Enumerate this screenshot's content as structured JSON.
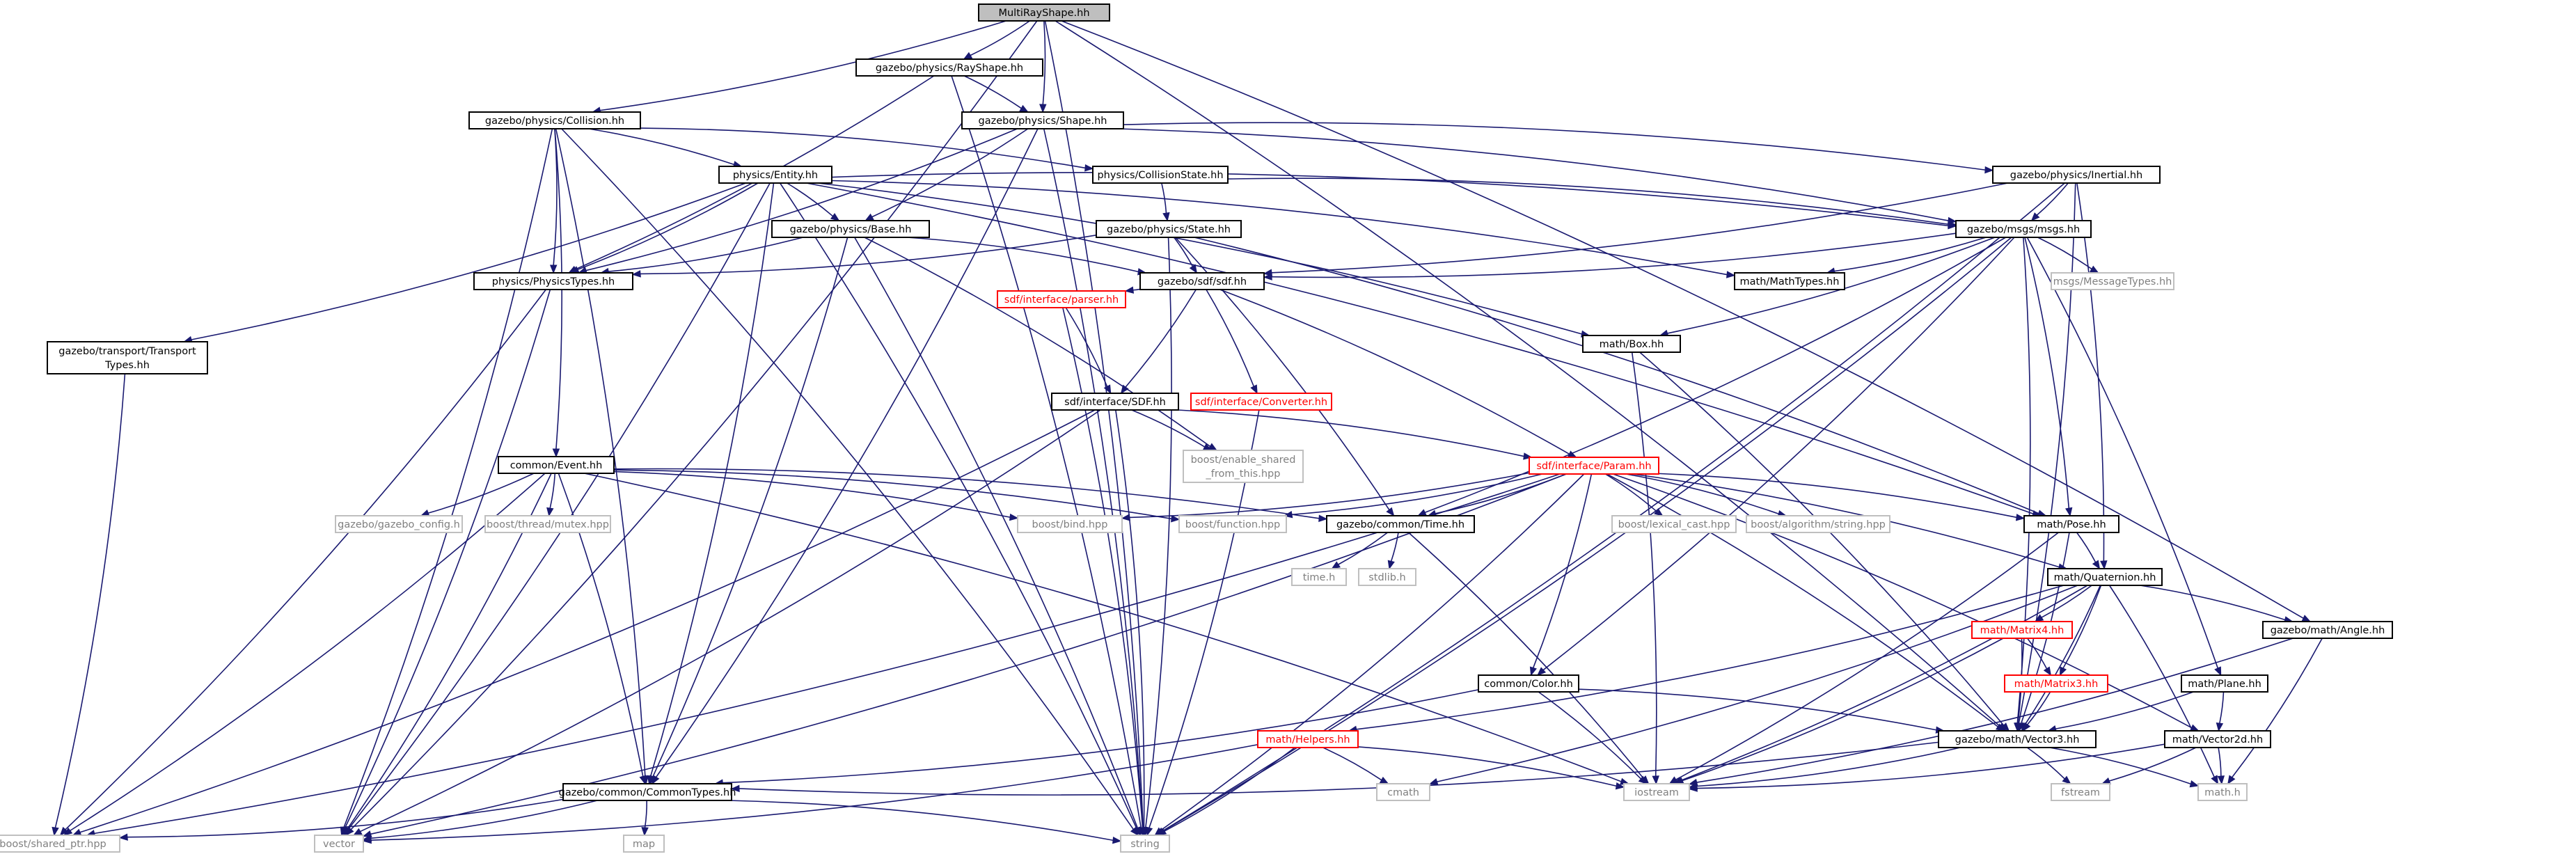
{
  "diagram": {
    "colors": {
      "edge": "#191970",
      "root_fill": "#bfbfbf",
      "node_border": "#000000",
      "missing_border": "#bfbfbf",
      "truncated_border": "#ff0000"
    },
    "nodes": [
      {
        "id": "multi",
        "label": "MultiRayShape.hh",
        "kind": "root"
      },
      {
        "id": "rayshape",
        "label": "gazebo/physics/RayShape.hh",
        "kind": "normal"
      },
      {
        "id": "collision",
        "label": "gazebo/physics/Collision.hh",
        "kind": "normal"
      },
      {
        "id": "shape",
        "label": "gazebo/physics/Shape.hh",
        "kind": "normal"
      },
      {
        "id": "entity",
        "label": "physics/Entity.hh",
        "kind": "normal"
      },
      {
        "id": "collstate",
        "label": "physics/CollisionState.hh",
        "kind": "normal"
      },
      {
        "id": "inertial",
        "label": "gazebo/physics/Inertial.hh",
        "kind": "normal"
      },
      {
        "id": "base",
        "label": "gazebo/physics/Base.hh",
        "kind": "normal"
      },
      {
        "id": "state",
        "label": "gazebo/physics/State.hh",
        "kind": "normal"
      },
      {
        "id": "msgs",
        "label": "gazebo/msgs/msgs.hh",
        "kind": "normal"
      },
      {
        "id": "phystypes",
        "label": "physics/PhysicsTypes.hh",
        "kind": "normal"
      },
      {
        "id": "sdf",
        "label": "gazebo/sdf/sdf.hh",
        "kind": "normal"
      },
      {
        "id": "mathtypes",
        "label": "math/MathTypes.hh",
        "kind": "normal"
      },
      {
        "id": "msgtypes",
        "label": "msgs/MessageTypes.hh",
        "kind": "missing"
      },
      {
        "id": "transport",
        "label": "gazebo/transport/Transport",
        "label2": "Types.hh",
        "kind": "normal"
      },
      {
        "id": "parser",
        "label": "sdf/interface/parser.hh",
        "kind": "truncated"
      },
      {
        "id": "mathbox",
        "label": "math/Box.hh",
        "kind": "normal"
      },
      {
        "id": "converter",
        "label": "sdf/interface/Converter.hh",
        "kind": "truncated"
      },
      {
        "id": "sdfsdf",
        "label": "sdf/interface/SDF.hh",
        "kind": "normal"
      },
      {
        "id": "enable",
        "label": "boost/enable_shared",
        "label2": "_from_this.hpp",
        "kind": "missing"
      },
      {
        "id": "event",
        "label": "common/Event.hh",
        "kind": "normal"
      },
      {
        "id": "param",
        "label": "sdf/interface/Param.hh",
        "kind": "truncated"
      },
      {
        "id": "gzconfig",
        "label": "gazebo/gazebo_config.h",
        "kind": "missing"
      },
      {
        "id": "mutex",
        "label": "boost/thread/mutex.hpp",
        "kind": "missing"
      },
      {
        "id": "bind",
        "label": "boost/bind.hpp",
        "kind": "missing"
      },
      {
        "id": "function",
        "label": "boost/function.hpp",
        "kind": "missing"
      },
      {
        "id": "time",
        "label": "gazebo/common/Time.hh",
        "kind": "normal"
      },
      {
        "id": "lexical",
        "label": "boost/lexical_cast.hpp",
        "kind": "missing"
      },
      {
        "id": "algostr",
        "label": "boost/algorithm/string.hpp",
        "kind": "missing"
      },
      {
        "id": "pose",
        "label": "math/Pose.hh",
        "kind": "normal"
      },
      {
        "id": "timeh",
        "label": "time.h",
        "kind": "missing"
      },
      {
        "id": "stdlib",
        "label": "stdlib.h",
        "kind": "missing"
      },
      {
        "id": "quat",
        "label": "math/Quaternion.hh",
        "kind": "normal"
      },
      {
        "id": "matrix4",
        "label": "math/Matrix4.hh",
        "kind": "truncated"
      },
      {
        "id": "angle",
        "label": "gazebo/math/Angle.hh",
        "kind": "normal"
      },
      {
        "id": "matrix3",
        "label": "math/Matrix3.hh",
        "kind": "truncated"
      },
      {
        "id": "color",
        "label": "common/Color.hh",
        "kind": "normal"
      },
      {
        "id": "plane",
        "label": "math/Plane.hh",
        "kind": "normal"
      },
      {
        "id": "helpers",
        "label": "math/Helpers.hh",
        "kind": "truncated"
      },
      {
        "id": "vector3",
        "label": "gazebo/math/Vector3.hh",
        "kind": "normal"
      },
      {
        "id": "vector2d",
        "label": "math/Vector2d.hh",
        "kind": "normal"
      },
      {
        "id": "cmath",
        "label": "cmath",
        "kind": "missing"
      },
      {
        "id": "commontypes",
        "label": "gazebo/common/CommonTypes.hh",
        "kind": "normal"
      },
      {
        "id": "iostream",
        "label": "iostream",
        "kind": "missing"
      },
      {
        "id": "fstream",
        "label": "fstream",
        "kind": "missing"
      },
      {
        "id": "mathh",
        "label": "math.h",
        "kind": "missing"
      },
      {
        "id": "sharedptr",
        "label": "boost/shared_ptr.hpp",
        "kind": "missing"
      },
      {
        "id": "vector",
        "label": "vector",
        "kind": "missing"
      },
      {
        "id": "map",
        "label": "map",
        "kind": "missing"
      },
      {
        "id": "string",
        "label": "string",
        "kind": "missing"
      }
    ],
    "edges": [
      [
        "multi",
        "rayshape"
      ],
      [
        "multi",
        "shape"
      ],
      [
        "multi",
        "collision"
      ],
      [
        "multi",
        "vector"
      ],
      [
        "multi",
        "string"
      ],
      [
        "multi",
        "vector3"
      ],
      [
        "multi",
        "angle"
      ],
      [
        "rayshape",
        "shape"
      ],
      [
        "rayshape",
        "phystypes"
      ],
      [
        "rayshape",
        "string"
      ],
      [
        "collision",
        "entity"
      ],
      [
        "collision",
        "collstate"
      ],
      [
        "collision",
        "phystypes"
      ],
      [
        "collision",
        "event"
      ],
      [
        "collision",
        "commontypes"
      ],
      [
        "collision",
        "vector"
      ],
      [
        "collision",
        "string"
      ],
      [
        "shape",
        "base"
      ],
      [
        "shape",
        "inertial"
      ],
      [
        "shape",
        "msgs"
      ],
      [
        "shape",
        "phystypes"
      ],
      [
        "shape",
        "commontypes"
      ],
      [
        "shape",
        "string"
      ],
      [
        "entity",
        "base"
      ],
      [
        "entity",
        "mathbox"
      ],
      [
        "entity",
        "pose"
      ],
      [
        "entity",
        "msgs"
      ],
      [
        "entity",
        "transport"
      ],
      [
        "entity",
        "phystypes"
      ],
      [
        "entity",
        "commontypes"
      ],
      [
        "entity",
        "string"
      ],
      [
        "entity",
        "vector"
      ],
      [
        "entity",
        "mathtypes"
      ],
      [
        "collstate",
        "state"
      ],
      [
        "collstate",
        "msgs"
      ],
      [
        "inertial",
        "msgs"
      ],
      [
        "inertial",
        "sdf"
      ],
      [
        "inertial",
        "quat"
      ],
      [
        "inertial",
        "vector3"
      ],
      [
        "inertial",
        "string"
      ],
      [
        "base",
        "sdf"
      ],
      [
        "base",
        "phystypes"
      ],
      [
        "base",
        "commontypes"
      ],
      [
        "base",
        "enable"
      ],
      [
        "base",
        "string"
      ],
      [
        "state",
        "sdf"
      ],
      [
        "state",
        "time"
      ],
      [
        "state",
        "phystypes"
      ],
      [
        "state",
        "pose"
      ],
      [
        "state",
        "string"
      ],
      [
        "msgs",
        "sdf"
      ],
      [
        "msgs",
        "msgtypes"
      ],
      [
        "msgs",
        "mathtypes"
      ],
      [
        "msgs",
        "mathbox"
      ],
      [
        "msgs",
        "pose"
      ],
      [
        "msgs",
        "plane"
      ],
      [
        "msgs",
        "vector3"
      ],
      [
        "msgs",
        "color"
      ],
      [
        "msgs",
        "time"
      ],
      [
        "msgs",
        "string"
      ],
      [
        "phystypes",
        "sharedptr"
      ],
      [
        "phystypes",
        "vector"
      ],
      [
        "sdf",
        "parser"
      ],
      [
        "sdf",
        "sdfsdf"
      ],
      [
        "sdf",
        "converter"
      ],
      [
        "sdf",
        "param"
      ],
      [
        "transport",
        "sharedptr"
      ],
      [
        "parser",
        "sdfsdf"
      ],
      [
        "parser",
        "string"
      ],
      [
        "mathbox",
        "vector3"
      ],
      [
        "mathbox",
        "iostream"
      ],
      [
        "converter",
        "string"
      ],
      [
        "sdfsdf",
        "param"
      ],
      [
        "sdfsdf",
        "enable"
      ],
      [
        "sdfsdf",
        "sharedptr"
      ],
      [
        "sdfsdf",
        "vector"
      ],
      [
        "sdfsdf",
        "string"
      ],
      [
        "event",
        "gzconfig"
      ],
      [
        "event",
        "mutex"
      ],
      [
        "event",
        "bind"
      ],
      [
        "event",
        "function"
      ],
      [
        "event",
        "time"
      ],
      [
        "event",
        "commontypes"
      ],
      [
        "event",
        "sharedptr"
      ],
      [
        "event",
        "vector"
      ],
      [
        "event",
        "iostream"
      ],
      [
        "param",
        "bind"
      ],
      [
        "param",
        "function"
      ],
      [
        "param",
        "lexical"
      ],
      [
        "param",
        "algostr"
      ],
      [
        "param",
        "time"
      ],
      [
        "param",
        "color"
      ],
      [
        "param",
        "pose"
      ],
      [
        "param",
        "quat"
      ],
      [
        "param",
        "vector3"
      ],
      [
        "param",
        "vector2d"
      ],
      [
        "param",
        "string"
      ],
      [
        "param",
        "vector"
      ],
      [
        "param",
        "sharedptr"
      ],
      [
        "time",
        "timeh"
      ],
      [
        "time",
        "stdlib"
      ],
      [
        "time",
        "iostream"
      ],
      [
        "pose",
        "quat"
      ],
      [
        "pose",
        "vector3"
      ],
      [
        "pose",
        "iostream"
      ],
      [
        "quat",
        "matrix4"
      ],
      [
        "quat",
        "matrix3"
      ],
      [
        "quat",
        "angle"
      ],
      [
        "quat",
        "vector3"
      ],
      [
        "quat",
        "helpers"
      ],
      [
        "quat",
        "mathh"
      ],
      [
        "quat",
        "cmath"
      ],
      [
        "quat",
        "iostream"
      ],
      [
        "matrix4",
        "matrix3"
      ],
      [
        "matrix4",
        "vector3"
      ],
      [
        "matrix4",
        "iostream"
      ],
      [
        "matrix3",
        "vector3"
      ],
      [
        "angle",
        "mathh"
      ],
      [
        "angle",
        "iostream"
      ],
      [
        "color",
        "vector3"
      ],
      [
        "color",
        "iostream"
      ],
      [
        "color",
        "commontypes"
      ],
      [
        "plane",
        "vector3"
      ],
      [
        "plane",
        "vector2d"
      ],
      [
        "helpers",
        "cmath"
      ],
      [
        "helpers",
        "iostream"
      ],
      [
        "helpers",
        "string"
      ],
      [
        "helpers",
        "vector"
      ],
      [
        "vector3",
        "iostream"
      ],
      [
        "vector3",
        "fstream"
      ],
      [
        "vector3",
        "mathh"
      ],
      [
        "vector3",
        "commontypes"
      ],
      [
        "vector2d",
        "mathh"
      ],
      [
        "vector2d",
        "iostream"
      ],
      [
        "vector2d",
        "fstream"
      ],
      [
        "commontypes",
        "vector"
      ],
      [
        "commontypes",
        "string"
      ],
      [
        "commontypes",
        "map"
      ],
      [
        "commontypes",
        "sharedptr"
      ]
    ]
  }
}
